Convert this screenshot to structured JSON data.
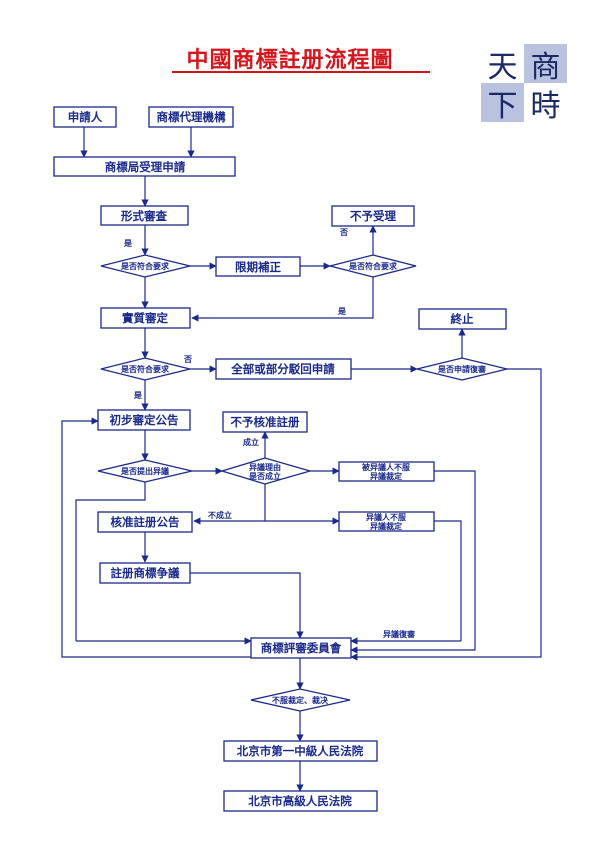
{
  "title": "中國商標註册流程圖",
  "logo": {
    "c1": "天",
    "c2": "商",
    "c3": "下",
    "c4": "時"
  },
  "nodes": {
    "applicant": "申請人",
    "agency": "商標代理機構",
    "accept": "商標局受理申請",
    "formal_review": "形式審查",
    "reject_accept": "不予受理",
    "d1": "是否符合要求",
    "limit_fix": "限期補正",
    "d2": "是否符合要求",
    "substantive": "實質審定",
    "terminate": "終止",
    "d3": "是否符合要求",
    "partial_reject": "全部或部分駁回申請",
    "d4": "是否申請復審",
    "prelim": "初步審定公告",
    "no_reg": "不予核准註册",
    "d5": "是否提出异議",
    "d6_1": "异議理由",
    "d6_2": "是否成立",
    "objected_1": "被异議人不服",
    "objected_2": "异議裁定",
    "approve": "核准註册公告",
    "objector_1": "异議人不服",
    "objector_2": "异議裁定",
    "dispute": "註册商標争議",
    "board": "商標評審委員會",
    "d7": "不服裁定、裁决",
    "court1": "北京市第一中級人民法院",
    "court2": "北京市高級人民法院"
  },
  "labels": {
    "yes1": "是",
    "no1": "否",
    "yes2": "是",
    "no2": "否",
    "yes3": "是",
    "established": "成立",
    "not_established": "不成立",
    "objection_review": "异議復審"
  }
}
